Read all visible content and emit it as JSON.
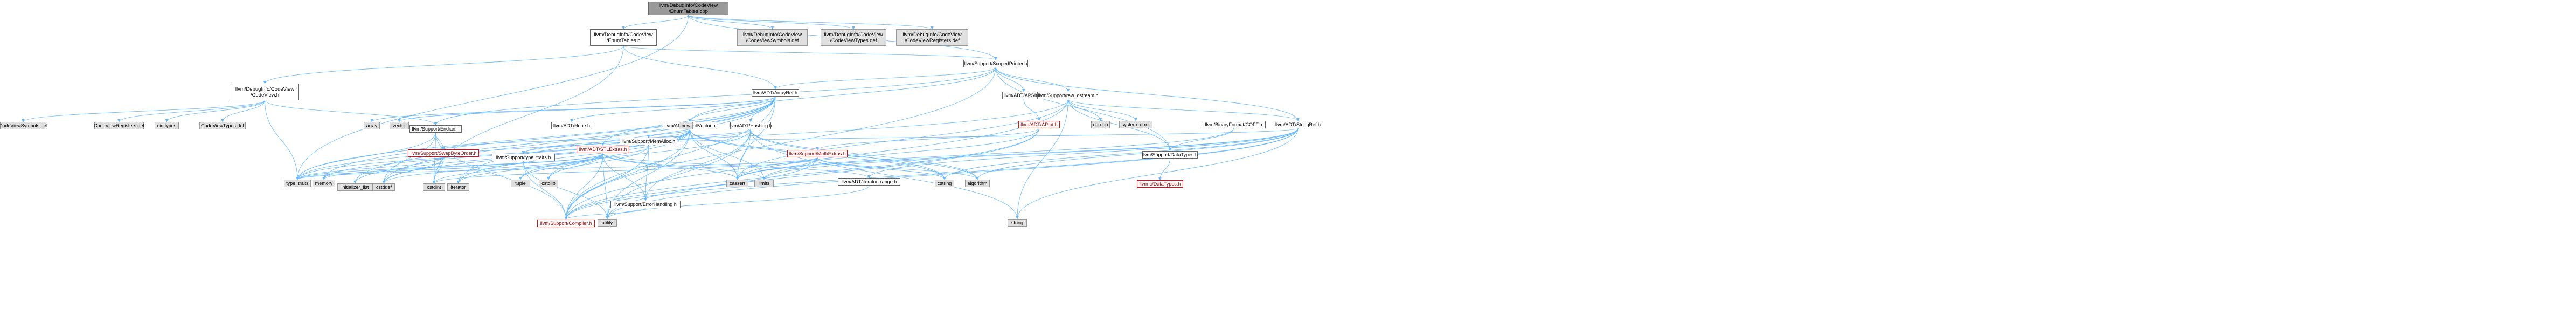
{
  "nodes": {
    "root": "llvm/DebugInfo/CodeView\n/EnumTables.cpp",
    "enumtables_h": "llvm/DebugInfo/CodeView\n/EnumTables.h",
    "codeview_symbols_def": "llvm/DebugInfo/CodeView\n/CodeViewSymbols.def",
    "codeview_types_def": "llvm/DebugInfo/CodeView\n/CodeViewTypes.def",
    "codeview_registers_def": "llvm/DebugInfo/CodeView\n/CodeViewRegisters.def",
    "codeview_h": "llvm/DebugInfo/CodeView\n/CodeView.h",
    "scopedprinter_h": "llvm/Support/ScopedPrinter.h",
    "arrayref_h": "llvm/ADT/ArrayRef.h",
    "apsint_h": "llvm/ADT/APSInt.h",
    "raw_ostream_h": "llvm/Support/raw_ostream.h",
    "cv_symbols_def_short": "CodeViewSymbols.def",
    "cv_registers_def_short": "CodeViewRegisters.def",
    "cinttypes": "cinttypes",
    "cv_types_def_short": "CodeViewTypes.def",
    "array": "array",
    "vector": "vector",
    "endian_h": "llvm/Support/Endian.h",
    "none_h": "llvm/ADT/None.h",
    "smallvector_h": "llvm/ADT/SmallVector.h",
    "hashing_h": "llvm/ADT/Hashing.h",
    "apint_h": "llvm/ADT/APInt.h",
    "chrono": "chrono",
    "system_error": "system_error",
    "binaryformat_coff_h": "llvm/BinaryFormat/COFF.h",
    "stringref_h": "llvm/ADT/StringRef.h",
    "swapbyteorder_h": "llvm/Support/SwapByteOrder.h",
    "type_traits_h": "llvm/Support/type_traits.h",
    "stlextras_h": "llvm/ADT/STLExtras.h",
    "memalloc_h": "llvm/Support/MemAlloc.h",
    "new": "new",
    "mathextras_h": "llvm/Support/MathExtras.h",
    "datatypes_h": "llvm/Support/DataTypes.h",
    "type_traits": "type_traits",
    "memory": "memory",
    "initializer_list": "initializer_list",
    "cstddef": "cstddef",
    "cstdint": "cstdint",
    "iterator": "iterator",
    "tuple": "tuple",
    "cstdlib": "cstdlib",
    "errorhandling_h": "llvm/Support/ErrorHandling.h",
    "cassert": "cassert",
    "limits": "limits",
    "iterator_range_h": "llvm/ADT/iterator_range.h",
    "cstring": "cstring",
    "algorithm": "algorithm",
    "llvm_c_datatypes_h": "llvm-c/DataTypes.h",
    "compiler_h": "llvm/Support/Compiler.h",
    "utility": "utility",
    "string": "string"
  },
  "colors": {
    "edge": "#63b8ff",
    "edge_alt": "#1f4e9c",
    "node_border": "#666666",
    "root_fill": "#999999",
    "ext_fill": "#e0e0e0",
    "red_border": "#ff0000"
  }
}
